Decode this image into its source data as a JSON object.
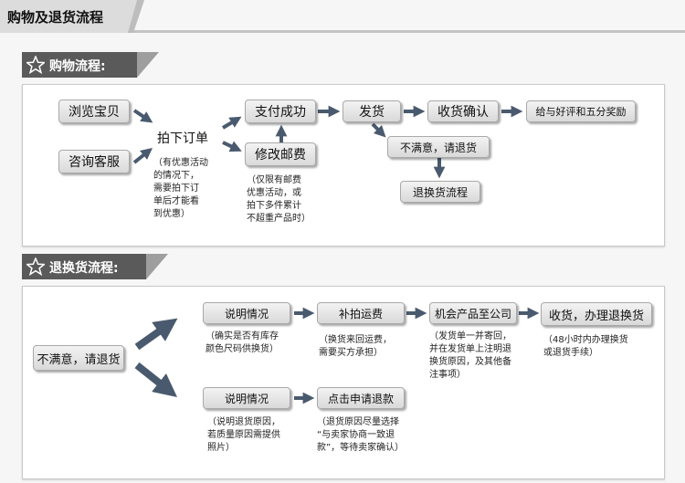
{
  "header": {
    "title": "购物及退货流程"
  },
  "shopping": {
    "section_title": "购物流程:",
    "browse": "浏览宝贝",
    "consult": "咨询客服",
    "order": "拍下订单",
    "order_note": "（有优惠活动\n的情况下，\n需要拍下订\n单后才能看\n到优惠）",
    "pay_success": "支付成功",
    "modify_postage": "修改邮费",
    "postage_note": "（仅限有邮费\n优惠活动，或\n拍下多件累计\n不超重产品时）",
    "ship": "发货",
    "confirm_receipt": "收货确认",
    "review_reward": "给与好评和五分奖励",
    "unsatisfied_return": "不满意，请退货",
    "exchange_process": "退换货流程"
  },
  "returns": {
    "section_title": "退换货流程:",
    "unsatisfied_return": "不满意，请退货",
    "explain_1": "说明情况",
    "explain_1_note": "（确实是否有库存\n颜色尺码供换货）",
    "postage_supplement": "补拍运费",
    "postage_supplement_note": "（换货来回运费，\n需要买方承担）",
    "send_back": "机会产品至公司",
    "send_back_note": "（发货单一并寄回，\n并在发货单上注明退\n换货原因，及其他备\n注事项）",
    "receive_process": "收货，办理退换货",
    "receive_process_note": "（48小时内办理换货\n或退货手续）",
    "explain_2": "说明情况",
    "explain_2_note": "（说明退货原因，\n若质量原因需提供\n照片）",
    "click_refund": "点击申请退款",
    "click_refund_note": "（退货原因尽量选择\n“与卖家协商一致退\n款”，等待卖家确认）"
  },
  "colors": {
    "section_dark": "#595959",
    "arrow": "#4a5a6e",
    "box_border": "#a9a9a9"
  }
}
